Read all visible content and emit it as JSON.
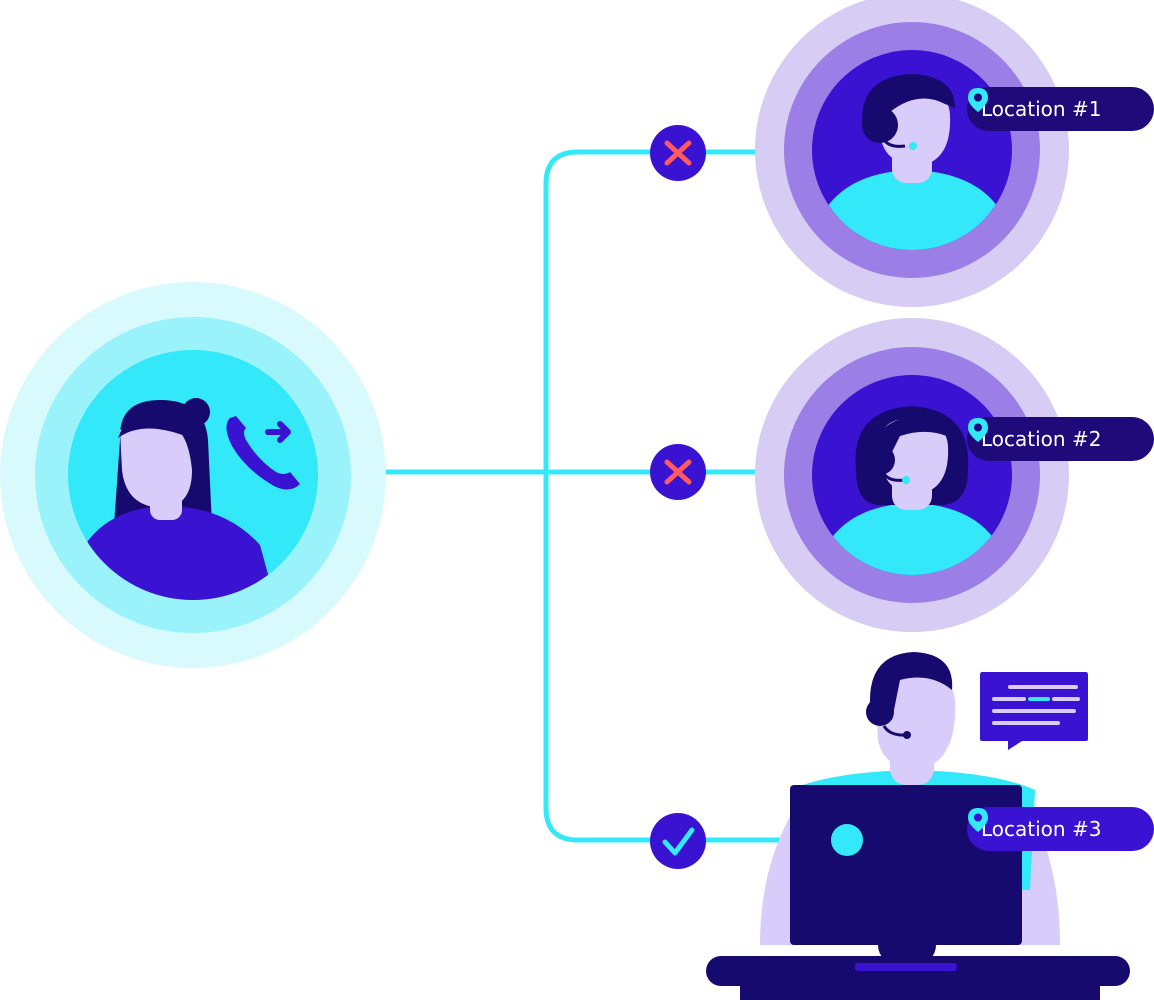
{
  "colors": {
    "cyan": "#33e8f8",
    "navy": "#170a6e",
    "indigo": "#3a12d1",
    "lilac": "#d8ccfa",
    "ring_outer": "#d6ccf4",
    "ring_mid": "#9b7fe6",
    "caller_ring_outer": "#d9fafd",
    "caller_ring_mid": "#9af3fb",
    "reject": "#ff5a5f",
    "label_bg": "#1f0a7a",
    "label_active_bg": "#3a12d1"
  },
  "icons": {
    "caller": "person-phone-forward-icon",
    "reject": "x-icon",
    "accept": "check-icon",
    "pin": "map-pin-icon",
    "chat": "chat-bubble-icon"
  },
  "locations": [
    {
      "label": "Location #1",
      "status": "rejected"
    },
    {
      "label": "Location #2",
      "status": "rejected"
    },
    {
      "label": "Location #3",
      "status": "accepted"
    }
  ]
}
